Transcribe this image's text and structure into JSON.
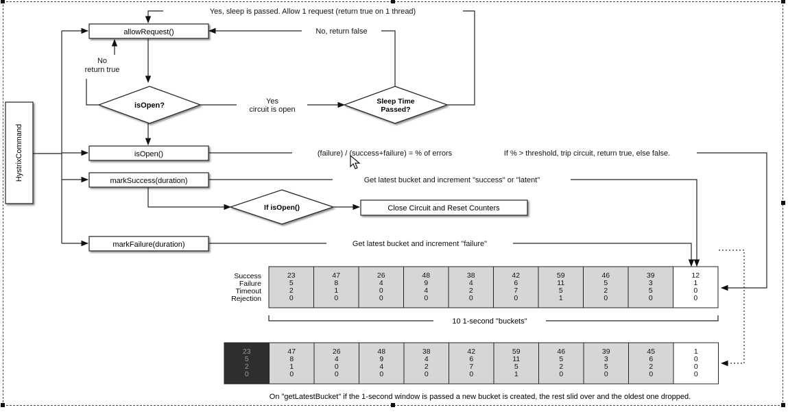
{
  "hystrix_label": "HystrixCommand",
  "nodes": {
    "allow_request": "allowRequest()",
    "is_open_decision": "isOpen?",
    "sleep_time_passed_1": "Sleep Time",
    "sleep_time_passed_2": "Passed?",
    "is_open_method": "isOpen()",
    "mark_success": "markSuccess(duration)",
    "if_is_open": "If isOpen()",
    "close_circuit": "Close Circuit and Reset Counters",
    "mark_failure": "markFailure(duration)"
  },
  "edge_labels": {
    "yes_sleep_passed": "Yes, sleep is passed. Allow 1 request (return true on 1 thread)",
    "no_return_false": "No, return false",
    "no_1": "No",
    "no_2": "return true",
    "yes_open_1": "Yes",
    "yes_open_2": "circuit is open",
    "error_formula": "(failure) / (success+failure) = % of errors",
    "threshold_rule": "If % > threshold, trip circuit, return true, else false.",
    "success_bucket": "Get latest bucket and increment \"success\" or \"latent\"",
    "failure_bucket": "Get latest bucket and increment \"failure\""
  },
  "row_labels": [
    "Success",
    "Failure",
    "Timeout",
    "Rejection"
  ],
  "buckets_top": [
    [
      23,
      5,
      2,
      0
    ],
    [
      47,
      8,
      1,
      0
    ],
    [
      26,
      4,
      0,
      0
    ],
    [
      48,
      9,
      4,
      0
    ],
    [
      38,
      4,
      2,
      0
    ],
    [
      42,
      6,
      7,
      0
    ],
    [
      59,
      11,
      5,
      1
    ],
    [
      46,
      5,
      2,
      0
    ],
    [
      39,
      3,
      5,
      0
    ],
    [
      12,
      1,
      0,
      0
    ]
  ],
  "buckets_bottom": [
    [
      23,
      5,
      2,
      0
    ],
    [
      47,
      8,
      1,
      0
    ],
    [
      26,
      4,
      0,
      0
    ],
    [
      48,
      9,
      4,
      0
    ],
    [
      38,
      4,
      2,
      0
    ],
    [
      42,
      6,
      7,
      0
    ],
    [
      59,
      11,
      5,
      1
    ],
    [
      46,
      5,
      2,
      0
    ],
    [
      39,
      3,
      5,
      0
    ],
    [
      45,
      6,
      2,
      0
    ],
    [
      1,
      0,
      0,
      0
    ]
  ],
  "buckets_caption": "10 1-second \"buckets\"",
  "footer_note": "On \"getLatestBucket\" if the 1-second window is passed a new bucket is created, the rest slid over and the oldest one dropped.",
  "colors": {
    "bucket_fill": "#d6d6d6",
    "latest_fill": "#ffffff",
    "dropped_fill": "#2e2e2e",
    "line": "#222222"
  }
}
